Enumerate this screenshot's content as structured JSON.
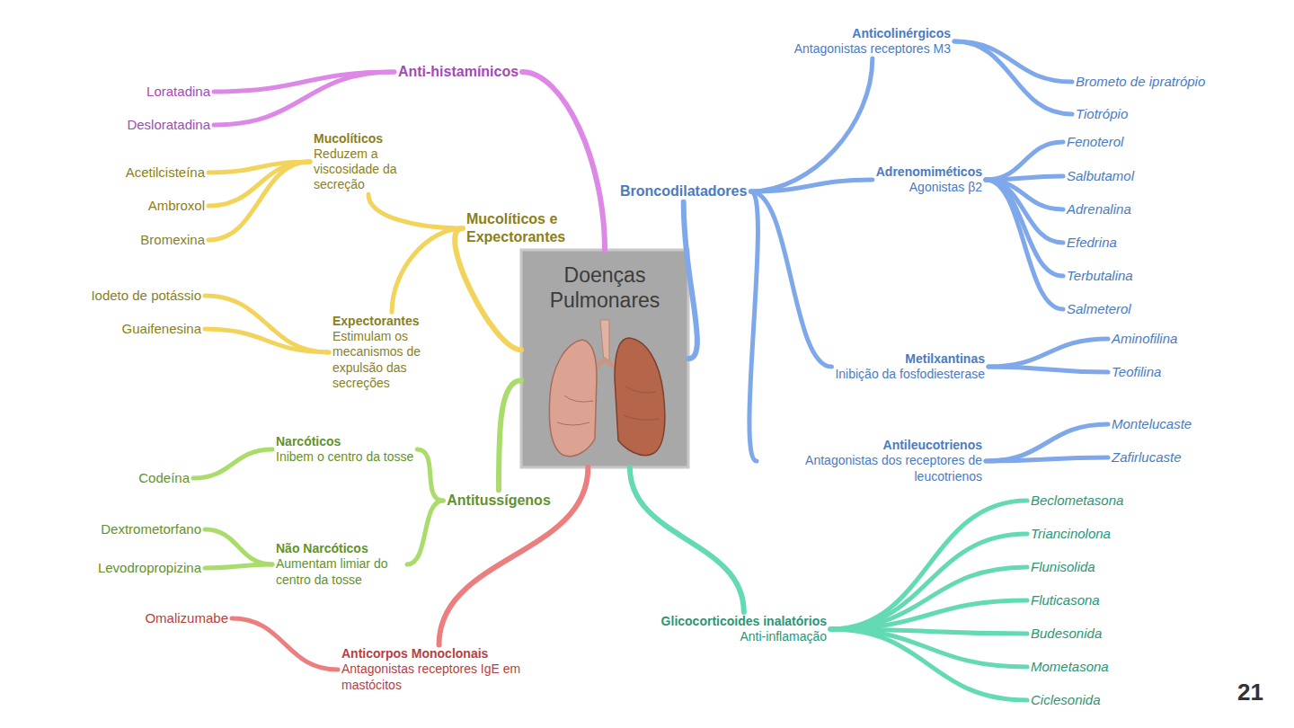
{
  "diagram": {
    "nodes": [
      {
        "text": [
          "Doenças Pulmonares"
        ]
      },
      {
        "text": [
          "Anti-histamínicos"
        ]
      },
      {
        "text": [
          "Loratadina"
        ]
      },
      {
        "text": [
          "Desloratadina"
        ]
      },
      {
        "text": [
          "Mucolíticos e Expectorantes"
        ]
      },
      {
        "text": [
          "Mucolíticos",
          "Reduzem a viscosidade da secreção"
        ]
      },
      {
        "text": [
          "Acetilcisteína"
        ]
      },
      {
        "text": [
          "Ambroxol"
        ]
      },
      {
        "text": [
          "Bromexina"
        ]
      },
      {
        "text": [
          "Expectorantes",
          "Estimulam os mecanismos de expulsão das secreções"
        ]
      },
      {
        "text": [
          "Iodeto de potássio"
        ]
      },
      {
        "text": [
          "Guaifenesina"
        ]
      },
      {
        "text": [
          "Antitussígenos"
        ]
      },
      {
        "text": [
          "Narcóticos",
          "Inibem o centro da tosse"
        ]
      },
      {
        "text": [
          "Codeína"
        ]
      },
      {
        "text": [
          "Não Narcóticos",
          "Aumentam limiar do centro da tosse"
        ]
      },
      {
        "text": [
          "Dextrometorfano"
        ]
      },
      {
        "text": [
          "Levodropropizina"
        ]
      },
      {
        "text": [
          "Anticorpos Monoclonais",
          "Antagonistas receptores IgE em mastócitos"
        ]
      },
      {
        "text": [
          "Omalizumabe"
        ]
      },
      {
        "text": [
          "Broncodilatadores"
        ]
      },
      {
        "text": [
          "Anticolinérgicos",
          "Antagonistas receptores M3"
        ]
      },
      {
        "text": [
          "Brometo de ipratrópio"
        ]
      },
      {
        "text": [
          "Tiotrópio"
        ]
      },
      {
        "text": [
          "Adrenomiméticos",
          "Agonistas β2"
        ]
      },
      {
        "text": [
          "Fenoterol"
        ]
      },
      {
        "text": [
          "Salbutamol"
        ]
      },
      {
        "text": [
          "Adrenalina"
        ]
      },
      {
        "text": [
          "Efedrina"
        ]
      },
      {
        "text": [
          "Terbutalina"
        ]
      },
      {
        "text": [
          "Salmeterol"
        ]
      },
      {
        "text": [
          "Metilxantinas",
          "Inibição da fosfodiesterase"
        ]
      },
      {
        "text": [
          "Aminofilina"
        ]
      },
      {
        "text": [
          "Teofilina"
        ]
      },
      {
        "text": [
          "Antileucotrienos",
          "Antagonistas dos receptores de leucotrienos"
        ]
      },
      {
        "text": [
          "Montelucaste"
        ]
      },
      {
        "text": [
          "Zafirlucaste"
        ]
      },
      {
        "text": [
          "Glicocorticoides inalatórios",
          "Anti-inflamação"
        ]
      },
      {
        "text": [
          "Beclometasona"
        ]
      },
      {
        "text": [
          "Triancinolona"
        ]
      },
      {
        "text": [
          "Flunisolida"
        ]
      },
      {
        "text": [
          "Fluticasona"
        ]
      },
      {
        "text": [
          "Budesonida"
        ]
      },
      {
        "text": [
          "Mometasona"
        ]
      },
      {
        "text": [
          "Ciclesonida"
        ]
      }
    ],
    "edges": [
      {
        "from": 0,
        "to": 1,
        "arrow": "none"
      },
      {
        "from": 1,
        "to": 2,
        "arrow": "none"
      },
      {
        "from": 1,
        "to": 3,
        "arrow": "none"
      },
      {
        "from": 0,
        "to": 4,
        "arrow": "none"
      },
      {
        "from": 4,
        "to": 5,
        "arrow": "none"
      },
      {
        "from": 5,
        "to": 6,
        "arrow": "none"
      },
      {
        "from": 5,
        "to": 7,
        "arrow": "none"
      },
      {
        "from": 5,
        "to": 8,
        "arrow": "none"
      },
      {
        "from": 4,
        "to": 9,
        "arrow": "none"
      },
      {
        "from": 9,
        "to": 10,
        "arrow": "none"
      },
      {
        "from": 9,
        "to": 11,
        "arrow": "none"
      },
      {
        "from": 0,
        "to": 12,
        "arrow": "none"
      },
      {
        "from": 12,
        "to": 13,
        "arrow": "none"
      },
      {
        "from": 13,
        "to": 14,
        "arrow": "none"
      },
      {
        "from": 12,
        "to": 15,
        "arrow": "none"
      },
      {
        "from": 15,
        "to": 16,
        "arrow": "none"
      },
      {
        "from": 15,
        "to": 17,
        "arrow": "none"
      },
      {
        "from": 0,
        "to": 18,
        "arrow": "none"
      },
      {
        "from": 18,
        "to": 19,
        "arrow": "none"
      },
      {
        "from": 0,
        "to": 20,
        "arrow": "none"
      },
      {
        "from": 20,
        "to": 21,
        "arrow": "none"
      },
      {
        "from": 21,
        "to": 22,
        "arrow": "none"
      },
      {
        "from": 21,
        "to": 23,
        "arrow": "none"
      },
      {
        "from": 20,
        "to": 24,
        "arrow": "none"
      },
      {
        "from": 24,
        "to": 25,
        "arrow": "none"
      },
      {
        "from": 24,
        "to": 26,
        "arrow": "none"
      },
      {
        "from": 24,
        "to": 27,
        "arrow": "none"
      },
      {
        "from": 24,
        "to": 28,
        "arrow": "none"
      },
      {
        "from": 24,
        "to": 29,
        "arrow": "none"
      },
      {
        "from": 24,
        "to": 30,
        "arrow": "none"
      },
      {
        "from": 20,
        "to": 31,
        "arrow": "none"
      },
      {
        "from": 31,
        "to": 32,
        "arrow": "none"
      },
      {
        "from": 31,
        "to": 33,
        "arrow": "none"
      },
      {
        "from": 20,
        "to": 34,
        "arrow": "none"
      },
      {
        "from": 34,
        "to": 35,
        "arrow": "none"
      },
      {
        "from": 34,
        "to": 36,
        "arrow": "none"
      },
      {
        "from": 0,
        "to": 37,
        "arrow": "none"
      },
      {
        "from": 37,
        "to": 38,
        "arrow": "none"
      },
      {
        "from": 37,
        "to": 39,
        "arrow": "none"
      },
      {
        "from": 37,
        "to": 40,
        "arrow": "none"
      },
      {
        "from": 37,
        "to": 41,
        "arrow": "none"
      },
      {
        "from": 37,
        "to": 42,
        "arrow": "none"
      },
      {
        "from": 37,
        "to": 43,
        "arrow": "none"
      },
      {
        "from": 37,
        "to": 44,
        "arrow": "none"
      }
    ],
    "labels": [
      "21"
    ]
  }
}
